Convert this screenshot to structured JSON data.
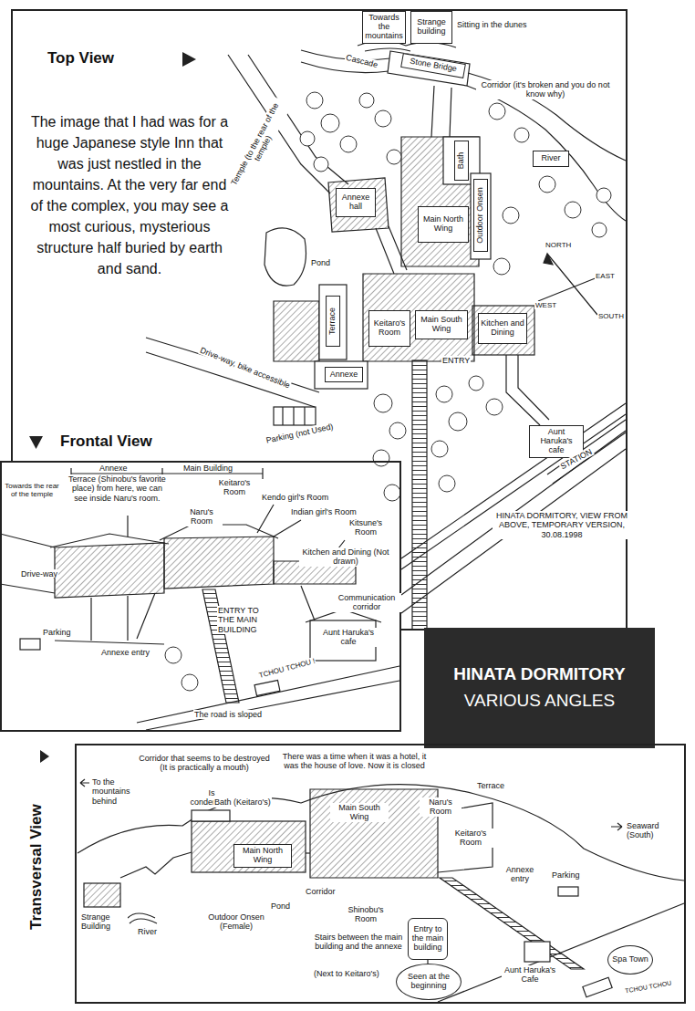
{
  "diagram": {
    "nodes": [
      {
        "text": [
          "Top View",
          "The image that I had was for a huge Japanese style Inn that was just nestled in the mountains. At the very far end of the complex, you may see a most curious, mysterious structure half buried by earth and sand."
        ]
      },
      {
        "text": [
          "Towards the mountains"
        ],
        "in": 0
      },
      {
        "text": [
          "Strange building"
        ],
        "in": 0
      },
      {
        "text": [
          "Stone Bridge"
        ],
        "in": 0
      },
      {
        "text": [
          "Bath"
        ],
        "in": 0
      },
      {
        "text": [
          "River"
        ],
        "in": 0
      },
      {
        "text": [
          "Annexe hall"
        ],
        "in": 0
      },
      {
        "text": [
          "Outdoor Onsen"
        ],
        "in": 0
      },
      {
        "text": [
          "Main North Wing"
        ],
        "in": 0
      },
      {
        "text": [
          "Terrace"
        ],
        "in": 0
      },
      {
        "text": [
          "Keitaro's Room"
        ],
        "in": 0
      },
      {
        "text": [
          "Main South Wing"
        ],
        "in": 0
      },
      {
        "text": [
          "Kitchen and Dining"
        ],
        "in": 0
      },
      {
        "text": [
          "Annexe"
        ],
        "in": 0
      },
      {
        "text": [
          "Aunt Haruka's cafe"
        ],
        "in": 0
      },
      {
        "text": [
          "Frontal View"
        ]
      },
      {
        "text": [
          "HINATA DORMITORY",
          "VARIOUS ANGLES"
        ]
      },
      {
        "text": [
          "Transversal View"
        ]
      },
      {
        "text": [
          "Main North Wing"
        ],
        "in": 17
      },
      {
        "text": [
          "Entry to the main building"
        ],
        "in": 17
      },
      {
        "text": [
          "Seen at the beginning"
        ],
        "in": 17
      },
      {
        "text": [
          "Spa Town"
        ],
        "in": 17
      }
    ],
    "labels": [
      "Sitting in the dunes",
      "Cascade",
      "Corridor (it's broken and you do not know why)",
      "Temple (to the rear of the temple)",
      "Pond",
      "NORTH",
      "WEST",
      "EAST",
      "SOUTH",
      "ENTRY",
      "Drive-way, bike accessible",
      "Parking (not Used)",
      "STATION",
      "HINATA DORMITORY, VIEW FROM ABOVE, TEMPORARY VERSION, 30.08.1998",
      "Annexe",
      "Main Building",
      "Towards the rear of the temple",
      "Terrace (Shinobu's favorite place) from here, we can see inside Naru's room.",
      "Keitaro's Room",
      "Naru's Room",
      "Kendo girl's Room",
      "Indian girl's Room",
      "Kitsune's Room",
      "Kitchen and Dining (Not drawn)",
      "Drive-way",
      "Communication corridor",
      "ENTRY TO THE MAIN BUILDING",
      "Parking",
      "Annexe entry",
      "Aunt Haruka's cafe",
      "TCHOU TCHOU !",
      "The road is sloped",
      "To the mountains behind",
      "Corridor that seems to be destroyed (It is practically a mouth)",
      "Is condemned",
      "Bath (Keitaro's)",
      "There was a time when it was a hotel, it was the house of love. Now it is closed",
      "Main South Wing",
      "Naru's Room",
      "Terrace",
      "Keitaro's Room",
      "Seaward (South)",
      "Annexe entry",
      "Parking",
      "Strange Building",
      "River",
      "Outdoor Onsen (Female)",
      "Pond",
      "Corridor",
      "Shinobu's Room",
      "Stairs between the main building and the annexe",
      "(Next to Keitaro's)",
      "Aunt Haruka's Cafe",
      "TCHOU TCHOU"
    ]
  }
}
